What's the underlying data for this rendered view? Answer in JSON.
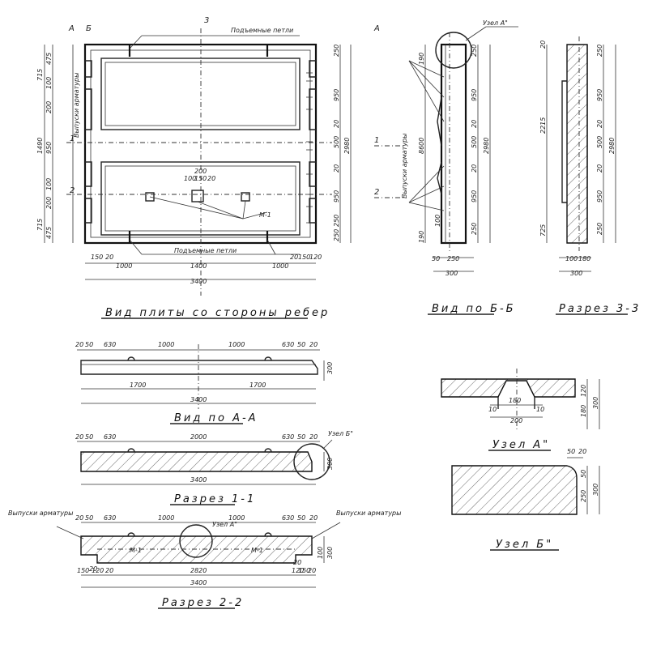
{
  "plan": {
    "title": "Вид плиты со стороны ребер",
    "lifting_loops_top": "Подъемные петли",
    "lifting_loops_bottom": "Подъемные петли",
    "rebar_outlets": "Выпуски арматуры",
    "mesh": "М-1",
    "section_marks": {
      "a": "А",
      "b": "Б",
      "three": "3",
      "one": "1",
      "two": "2"
    },
    "dims_bottom": [
      "150",
      "20",
      "1000",
      "1400",
      "1000",
      "20",
      "150",
      "120",
      "3400"
    ],
    "dims_left": [
      "715",
      "1490",
      "715",
      "950",
      "100",
      "200",
      "100",
      "200",
      "475",
      "475"
    ],
    "dims_right": [
      "250",
      "250",
      "950",
      "20",
      "500",
      "20",
      "950",
      "250",
      "2980"
    ],
    "dims_center": [
      "200",
      "100",
      "150",
      "20"
    ]
  },
  "view_bb": {
    "title": "Вид по Б-Б",
    "node": "Узел А\"",
    "rebar_outlets": "Выпуски арматуры",
    "section_marks": {
      "a": "А",
      "one": "1",
      "two": "2"
    },
    "dims_left": [
      "190",
      "8600",
      "190",
      "100"
    ],
    "dims_right": [
      "250",
      "950",
      "20",
      "500",
      "20",
      "950",
      "250",
      "2980"
    ],
    "dims_bottom": [
      "50",
      "250",
      "300"
    ]
  },
  "section_33": {
    "title": "Разрез 3-3",
    "dims_left": [
      "20",
      "2215",
      "725"
    ],
    "dims_right": [
      "250",
      "950",
      "20",
      "500",
      "20",
      "950",
      "250",
      "2980"
    ],
    "dims_bottom": [
      "100",
      "180",
      "300"
    ]
  },
  "view_aa": {
    "title": "Вид по А-А",
    "dims_top": [
      "20",
      "50",
      "630",
      "1000",
      "1000",
      "630",
      "50",
      "20"
    ],
    "dims_bottom": [
      "1700",
      "1700",
      "3400"
    ],
    "dims_right": [
      "300"
    ]
  },
  "section_11": {
    "title": "Разрез 1-1",
    "node": "Узел Б\"",
    "dims_top": [
      "20",
      "50",
      "630",
      "2000",
      "630",
      "50",
      "20"
    ],
    "dims_bottom": [
      "3400"
    ],
    "dims_right": [
      "300"
    ]
  },
  "section_22": {
    "title": "Разрез 2-2",
    "rebar_left": "Выпуски арматуры",
    "rebar_right": "Выпуски арматуры",
    "node": "Узел А\"",
    "mesh_left": "М-1",
    "mesh_right": "М-1",
    "dims_top": [
      "20",
      "50",
      "630",
      "1000",
      "1000",
      "630",
      "50",
      "20"
    ],
    "dims_bottom": [
      "20",
      "150",
      "20",
      "120",
      "2820",
      "120",
      "20",
      "150",
      "20",
      "3400"
    ],
    "dims_right": [
      "100",
      "300"
    ]
  },
  "node_a": {
    "title": "Узел А\"",
    "dims": [
      "10",
      "180",
      "10",
      "200",
      "120",
      "180",
      "300"
    ]
  },
  "node_b": {
    "title": "Узел Б\"",
    "dims": [
      "50",
      "20",
      "50",
      "250",
      "300"
    ]
  }
}
